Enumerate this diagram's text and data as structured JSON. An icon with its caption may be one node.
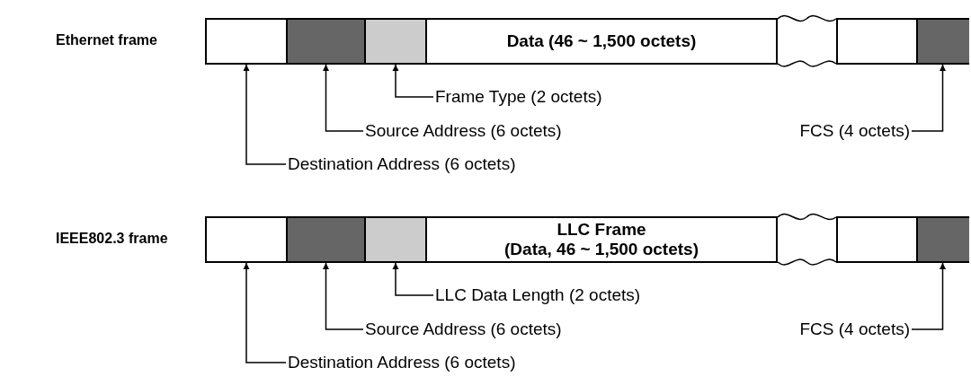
{
  "diagram": {
    "nodes": [
      {
        "text": [],
        "shape": "box"
      },
      {
        "text": [],
        "shape": "box"
      },
      {
        "text": [],
        "shape": "box"
      },
      {
        "text": [
          "Data (46 ~ 1,500 octets)"
        ]
      },
      {
        "text": [],
        "shape": "box"
      },
      {
        "text": [],
        "shape": "box"
      },
      {
        "text": [
          "Frame Type (2 octets)"
        ]
      },
      {
        "text": [
          "Source Address (6 octets)"
        ]
      },
      {
        "text": [
          "FCS (4 octets)"
        ]
      },
      {
        "text": [
          "Destination Address (6 octets)"
        ]
      },
      {
        "text": [],
        "shape": "box"
      },
      {
        "text": [],
        "shape": "box"
      },
      {
        "text": [],
        "shape": "box"
      },
      {
        "text": [
          "LLC Frame",
          "(Data, 46 ~ 1,500 octets)"
        ]
      },
      {
        "text": [],
        "shape": "box"
      },
      {
        "text": [],
        "shape": "box"
      },
      {
        "text": [
          "LLC Data Length (2 octets)"
        ]
      },
      {
        "text": [
          "Source Address (6 octets)"
        ]
      },
      {
        "text": [
          "FCS (4 octets)"
        ]
      },
      {
        "text": [
          "Destination Address (6 octets)"
        ]
      }
    ],
    "edges": [
      {
        "from": 6,
        "to": 2,
        "arrow": "to"
      },
      {
        "from": 7,
        "to": 1,
        "arrow": "to"
      },
      {
        "from": 8,
        "to": 5,
        "arrow": "to"
      },
      {
        "from": 9,
        "to": 0,
        "arrow": "to"
      },
      {
        "from": 16,
        "to": 12,
        "arrow": "to"
      },
      {
        "from": 17,
        "to": 11,
        "arrow": "to"
      },
      {
        "from": 18,
        "to": 15,
        "arrow": "to"
      },
      {
        "from": 19,
        "to": 10,
        "arrow": "to"
      }
    ],
    "labels": [
      "Ethernet frame",
      "IEEE802.3 frame"
    ]
  }
}
